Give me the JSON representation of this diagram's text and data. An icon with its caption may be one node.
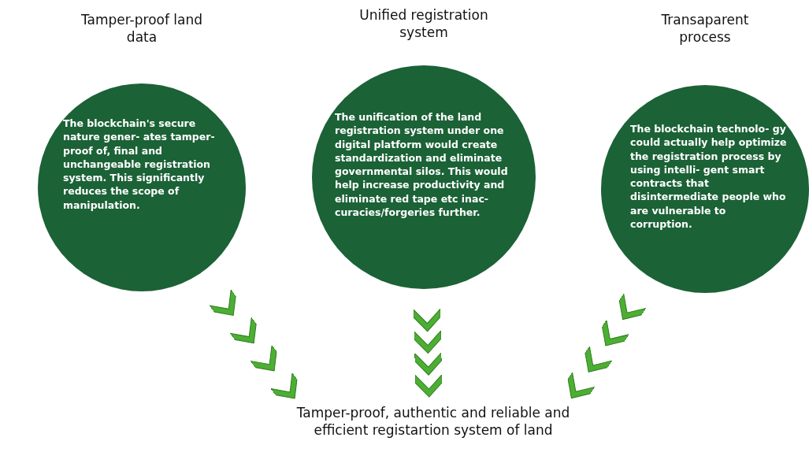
{
  "diagram": {
    "nodes": [
      {
        "text": [
          "Tamper-proof land data",
          "The blockchain's secure nature gener- ates tamper-proof of, final and unchangeable registration system. This significantly reduces the scope of manipulation."
        ]
      },
      {
        "text": [
          "Unified registration system",
          "The unification of the land registration system under one digital platform would create standardization and eliminate governmental silos. This would help increase productivity and eliminate red tape etc inac- curacies/forgeries further."
        ]
      },
      {
        "text": [
          "Transaparent process",
          "The blockchain technolo- gy could actually help optimize the registration process by using intelli- gent smart contracts that disintermediate people who are vulnerable to corruption."
        ]
      },
      {
        "text": [
          "Tamper-proof, authentic and reliable and efficient registartion system of land"
        ]
      }
    ],
    "edges": [
      {
        "from": 0,
        "to": 3,
        "arrow": "to"
      },
      {
        "from": 1,
        "to": 3,
        "arrow": "to"
      },
      {
        "from": 2,
        "to": 3,
        "arrow": "to"
      }
    ]
  }
}
